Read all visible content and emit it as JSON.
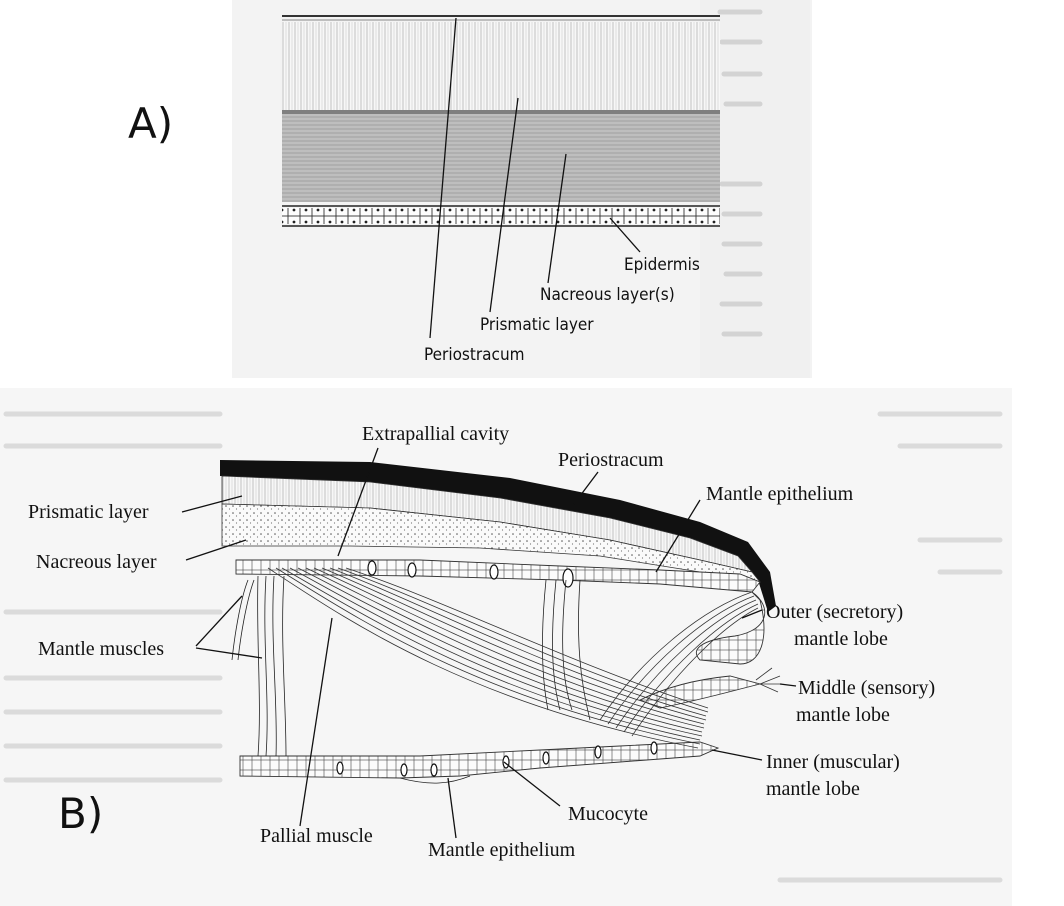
{
  "panels": {
    "a": {
      "letter": "A)",
      "labels": {
        "epidermis": "Epidermis",
        "nacreous": "Nacreous layer(s)",
        "prismatic": "Prismatic layer",
        "periostracum": "Periostracum"
      }
    },
    "b": {
      "letter": "B)",
      "labels": {
        "extrapallial_cavity": "Extrapallial cavity",
        "periostracum": "Periostracum",
        "mantle_epithelium_top": "Mantle epithelium",
        "prismatic": "Prismatic layer",
        "nacreous": "Nacreous layer",
        "mantle_muscles": "Mantle muscles",
        "outer_lobe_1": "Outer (secretory)",
        "outer_lobe_2": "mantle lobe",
        "middle_lobe_1": "Middle (sensory)",
        "middle_lobe_2": "mantle lobe",
        "inner_lobe_1": "Inner (muscular)",
        "inner_lobe_2": "mantle lobe",
        "mucocyte": "Mucocyte",
        "pallial_muscle": "Pallial muscle",
        "mantle_epithelium_bottom": "Mantle epithelium"
      }
    }
  },
  "colors": {
    "ink": "#111111",
    "page_tint": "#f3f3f3",
    "prism_gray": "#b5b5b5",
    "nacre_gray": "#9a9a9a"
  }
}
